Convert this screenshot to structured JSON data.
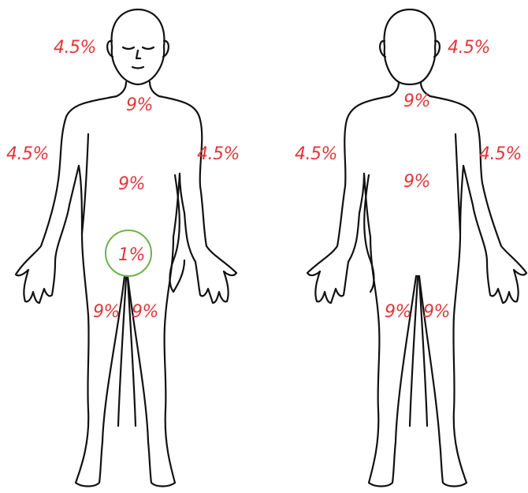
{
  "colors": {
    "label": "#e0383a",
    "outline": "#111111",
    "highlight_ring": "#6cb24c"
  },
  "front_view": {
    "head_neck": "4.5%",
    "chest": "9%",
    "left_arm": "4.5%",
    "right_arm": "4.5%",
    "abdomen": "9%",
    "genitalia": "1%",
    "left_leg": "9%",
    "right_leg": "9%"
  },
  "back_view": {
    "head_neck": "4.5%",
    "upper_back": "9%",
    "left_arm": "4.5%",
    "right_arm": "4.5%",
    "lower_back": "9%",
    "left_leg": "9%",
    "right_leg": "9%"
  }
}
